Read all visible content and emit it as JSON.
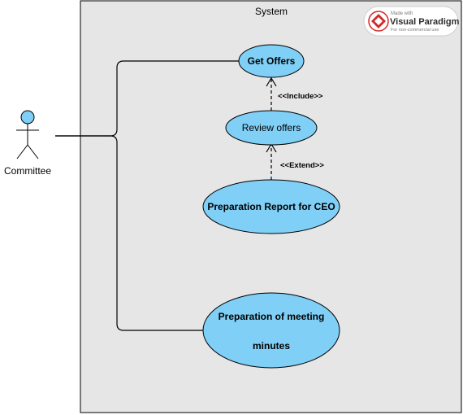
{
  "system": {
    "title": "System"
  },
  "actor": {
    "name": "Committee"
  },
  "use_cases": {
    "get_offers": "Get Offers",
    "review_offers": "Review offers",
    "preparation_report": "Preparation Report for CEO",
    "meeting_minutes_line1": "Preparation of meeting",
    "meeting_minutes_line2": "minutes"
  },
  "relations": {
    "include": "<<Include>>",
    "extend": "<<Extend>>"
  },
  "watermark": {
    "made_with": "Made with",
    "brand": "Visual Paradigm",
    "note": "For non-commercial use"
  },
  "colors": {
    "boundary_fill": "#e6e6e6",
    "use_case_fill": "#80cff6",
    "actor_fill": "#80cff6",
    "watermark_logo": "#d12a2a"
  }
}
